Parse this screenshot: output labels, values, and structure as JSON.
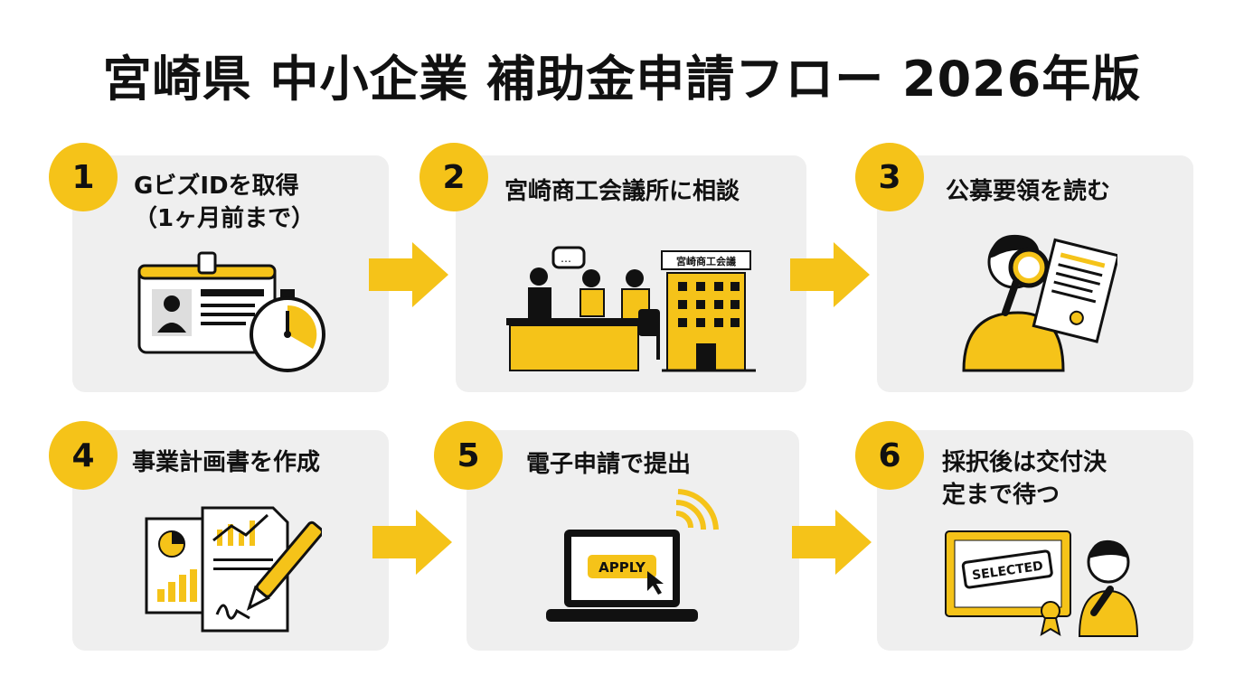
{
  "title": "宮崎県 中小企業 補助金申請フロー 2026年版",
  "steps": [
    {
      "number": "1",
      "label": "GビズIDを取得\n（1ヶ月前まで）"
    },
    {
      "number": "2",
      "label": "宮崎商工会議所に相談"
    },
    {
      "number": "3",
      "label": "公募要領を読む"
    },
    {
      "number": "4",
      "label": "事業計画書を作成"
    },
    {
      "number": "5",
      "label": "電子申請で提出"
    },
    {
      "number": "6",
      "label": "採択後は交付決\n定まで待つ"
    }
  ],
  "illustrations": {
    "building_sign": "宮崎商工会議",
    "apply_button": "APPLY",
    "stamp": "SELECTED"
  },
  "colors": {
    "accent": "#f5c319",
    "card": "#efefef",
    "ink": "#111111"
  }
}
